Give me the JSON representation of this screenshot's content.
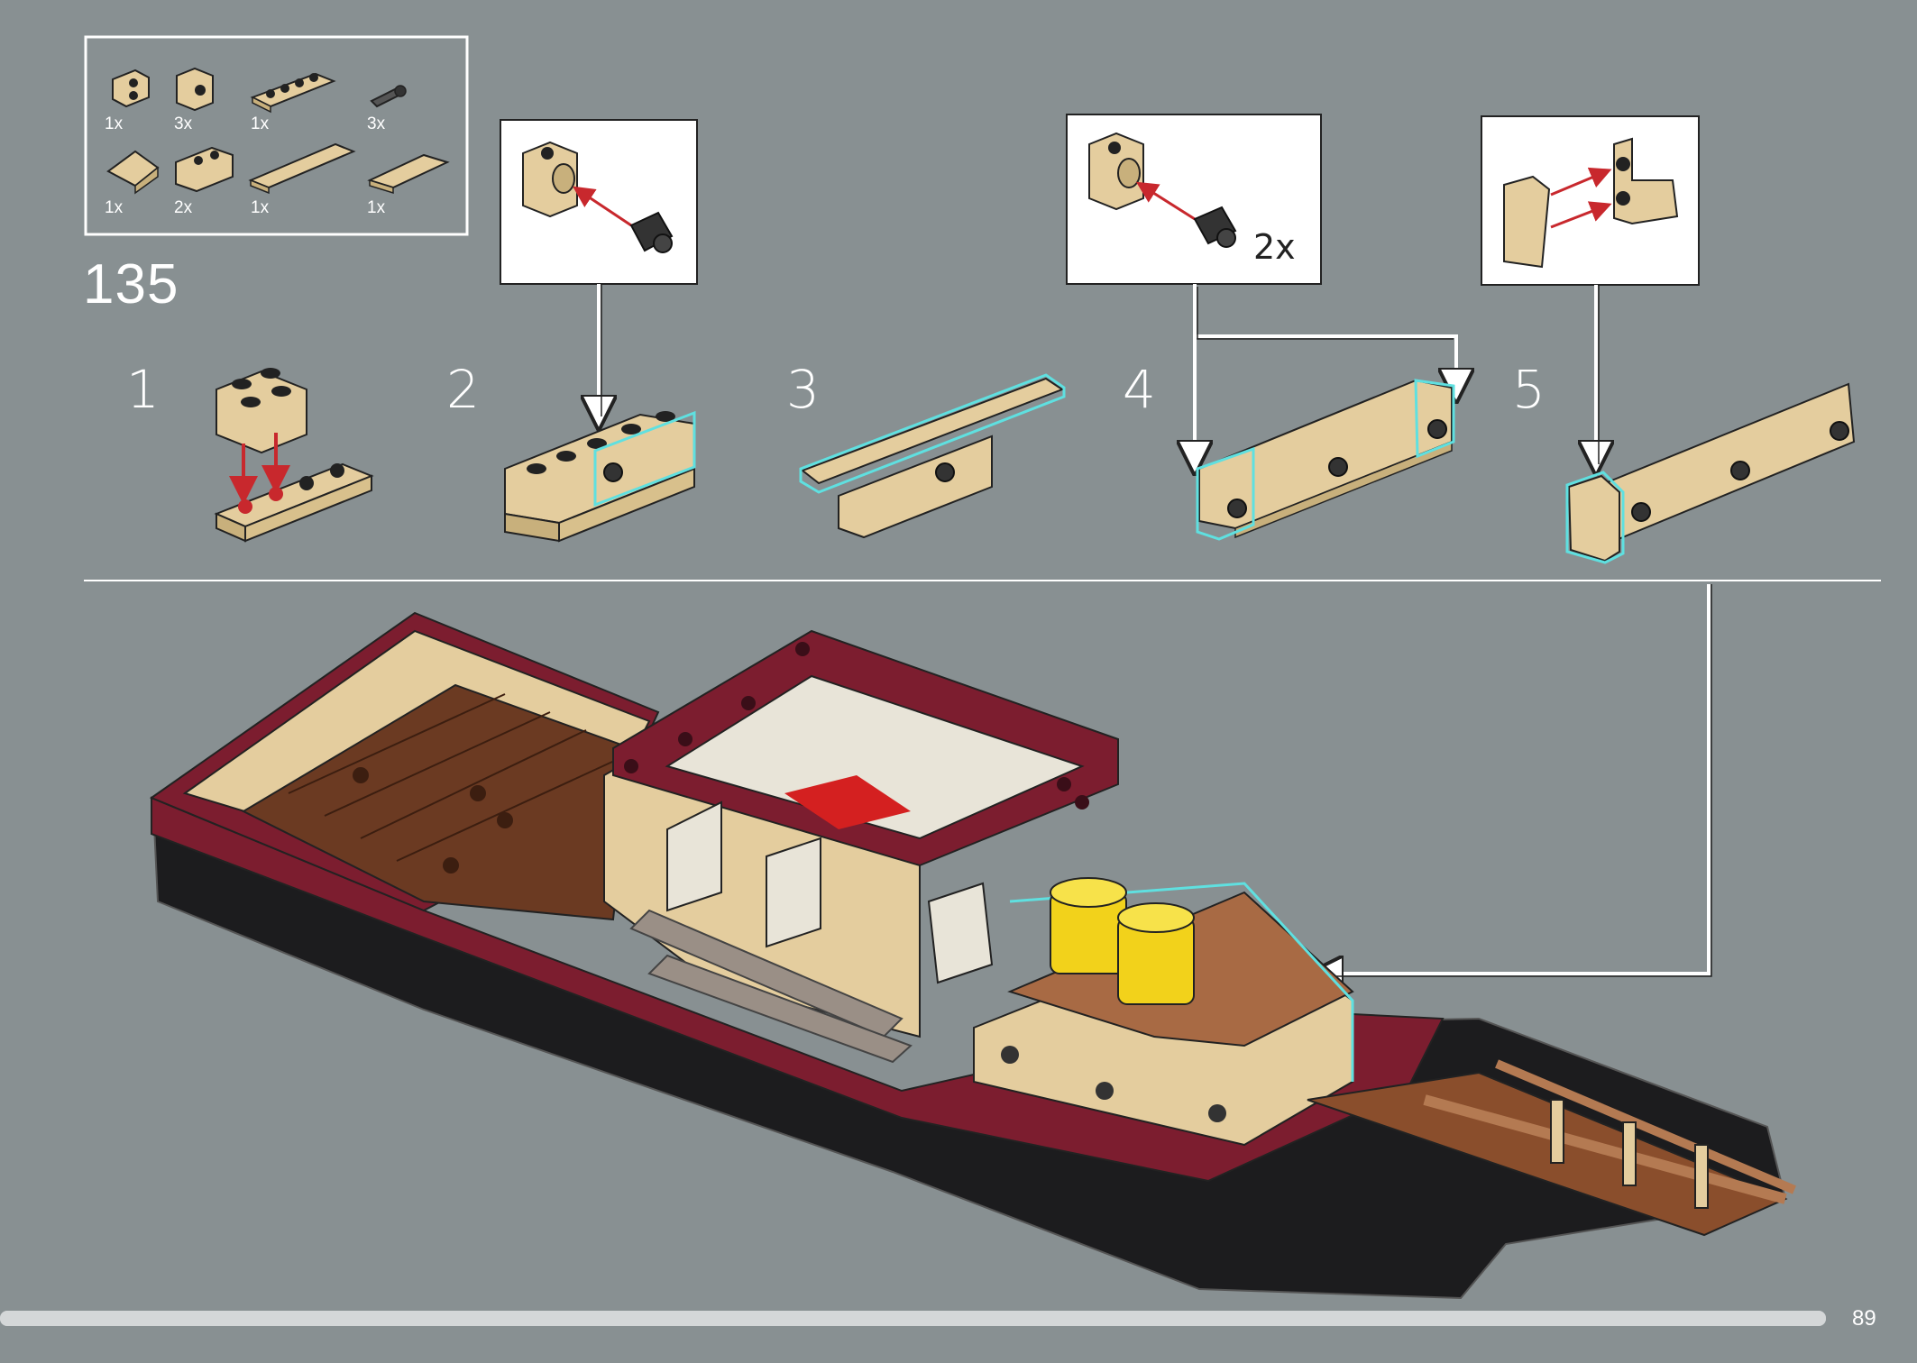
{
  "step_number": "135",
  "page_number": "89",
  "parts_list": [
    {
      "icon": "tan-bracket-plate-icon",
      "qty": "1x"
    },
    {
      "icon": "tan-technic-brick-icon",
      "qty": "3x"
    },
    {
      "icon": "tan-plate-1x4-icon",
      "qty": "1x"
    },
    {
      "icon": "black-pin-icon",
      "qty": "3x"
    },
    {
      "icon": "tan-slope-icon",
      "qty": "1x"
    },
    {
      "icon": "tan-brick-1x2-icon",
      "qty": "2x"
    },
    {
      "icon": "tan-tile-long-icon",
      "qty": "1x"
    },
    {
      "icon": "tan-tile-short-icon",
      "qty": "1x"
    }
  ],
  "substeps": [
    "1",
    "2",
    "3",
    "4",
    "5"
  ],
  "callout_4_qty": "2x",
  "colors": {
    "background": "#889092",
    "tan": "#e4cd9e",
    "dark_red": "#7c1d2f",
    "brown": "#6b3a22",
    "highlight": "#5fe0e0",
    "arrow_red": "#c8282d",
    "yellow": "#f2d21b"
  }
}
